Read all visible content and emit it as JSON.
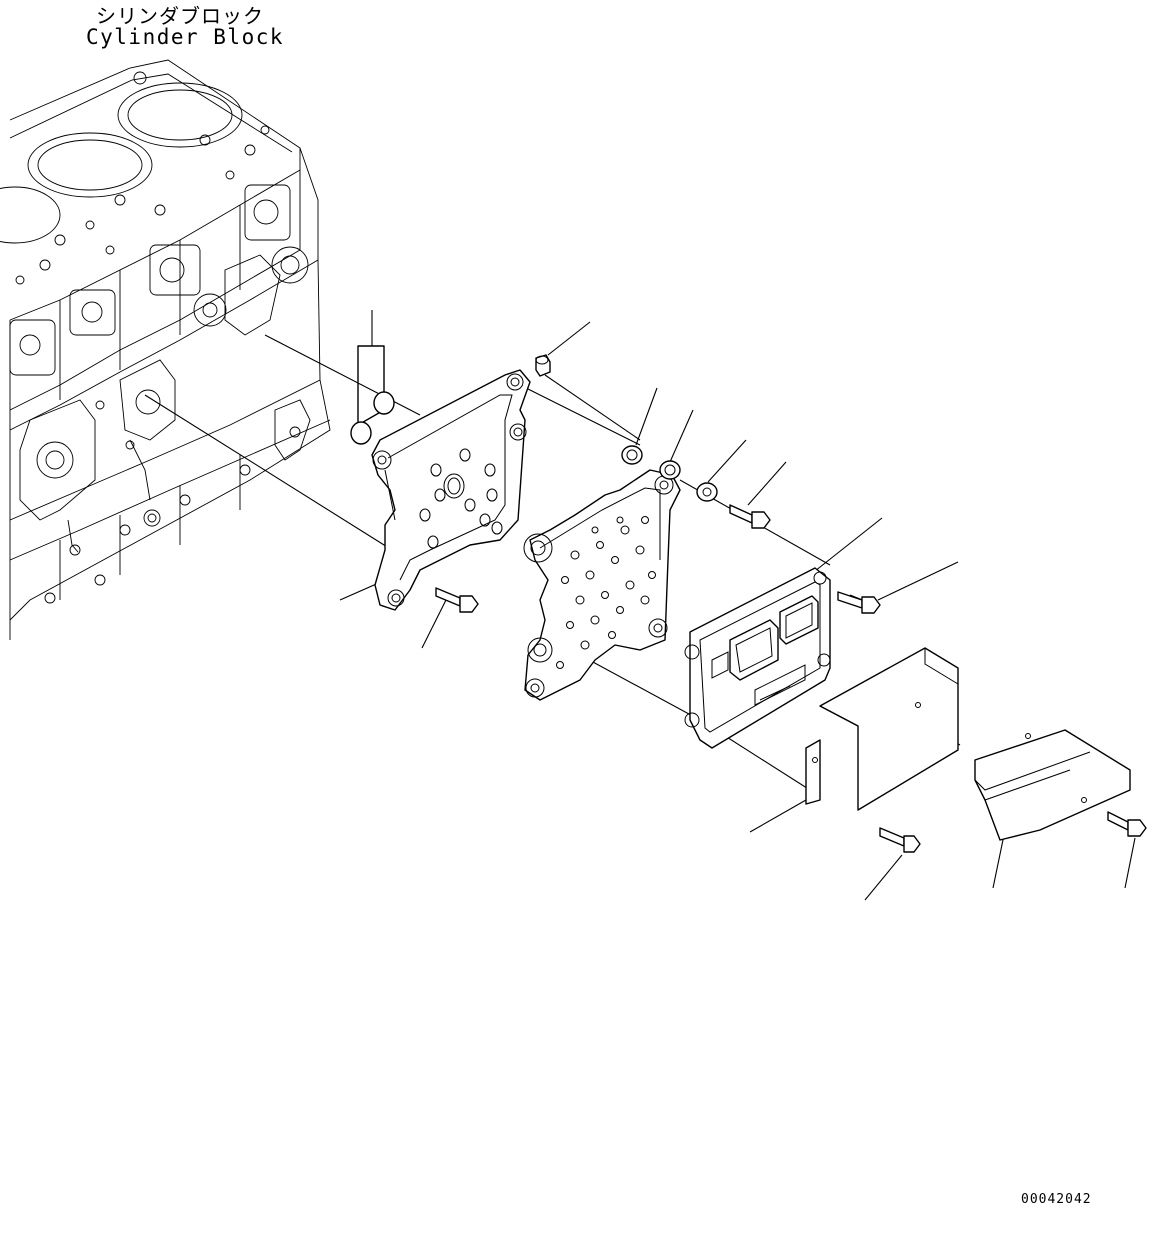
{
  "header": {
    "title_jp": "シリンダブロック",
    "title_en": "Cylinder Block"
  },
  "footer": {
    "drawing_number": "00042042"
  }
}
